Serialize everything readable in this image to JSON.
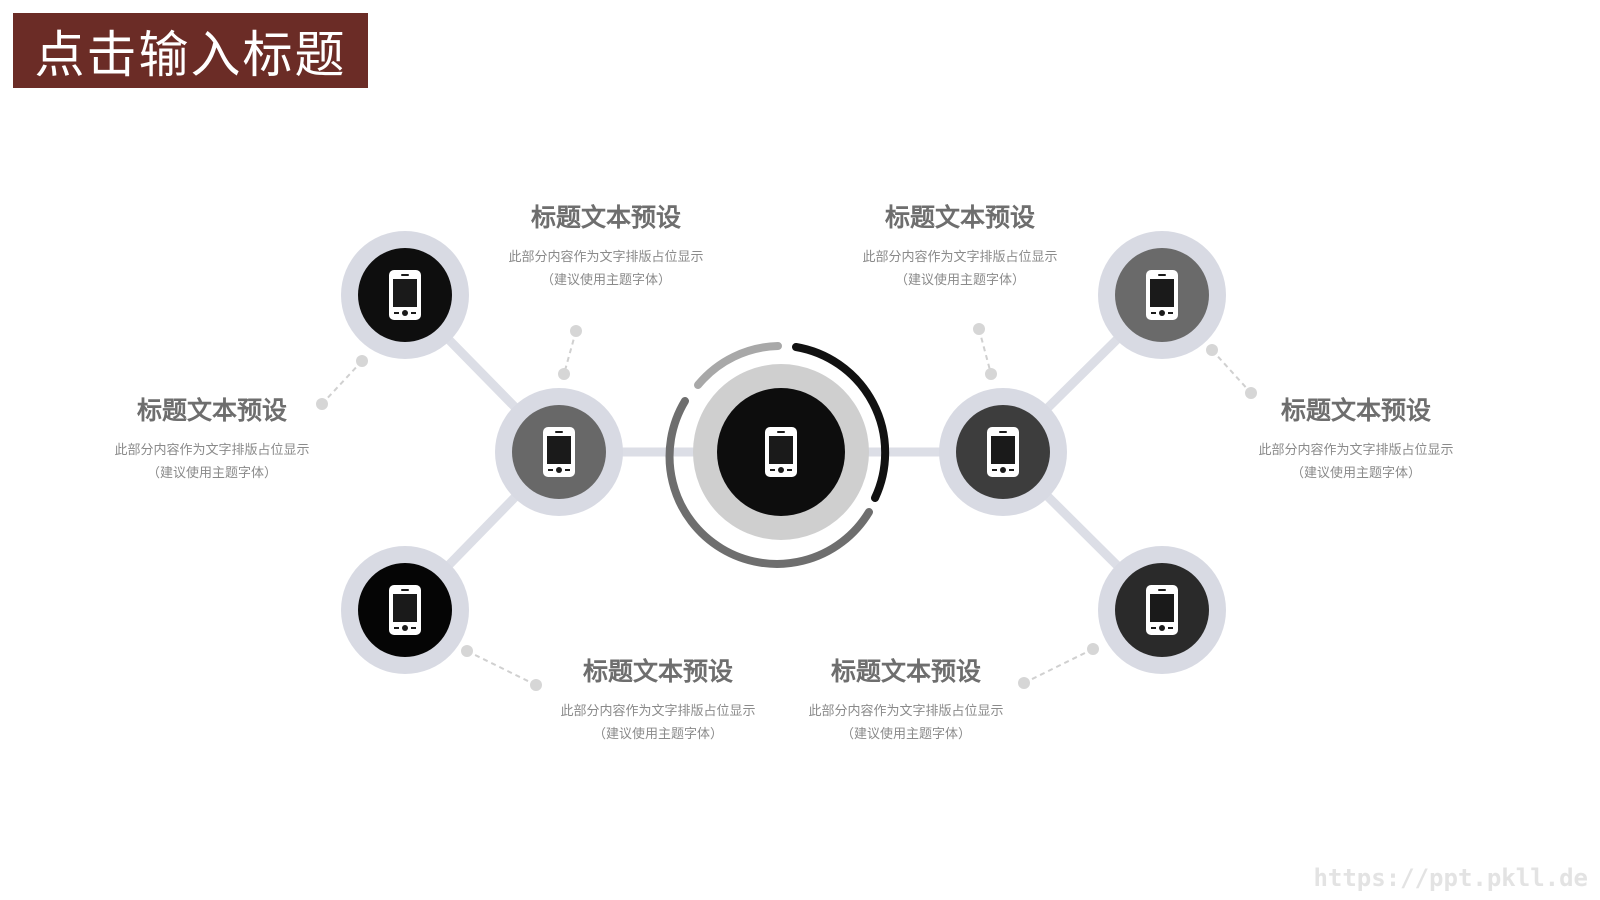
{
  "slide": {
    "title": "点击输入标题",
    "title_bg_color": "#6b2c26"
  },
  "center_node": {
    "icon": "mobile-phone-icon"
  },
  "nodes": [
    {
      "id": "inner-left",
      "icon": "mobile-phone-icon",
      "color": "#686868"
    },
    {
      "id": "outer-top-left",
      "icon": "mobile-phone-icon",
      "color": "#0e0e0e"
    },
    {
      "id": "outer-bottom-left",
      "icon": "mobile-phone-icon",
      "color": "#050505"
    },
    {
      "id": "inner-right",
      "icon": "mobile-phone-icon",
      "color": "#3d3d3d"
    },
    {
      "id": "outer-top-right",
      "icon": "mobile-phone-icon",
      "color": "#6a6a6a"
    },
    {
      "id": "outer-bottom-right",
      "icon": "mobile-phone-icon",
      "color": "#2a2a2a"
    }
  ],
  "text_blocks": [
    {
      "id": "top-left",
      "title": "标题文本预设",
      "line1": "此部分内容作为文字排版占位显示",
      "line2": "（建议使用主题字体）"
    },
    {
      "id": "top-right",
      "title": "标题文本预设",
      "line1": "此部分内容作为文字排版占位显示",
      "line2": "（建议使用主题字体）"
    },
    {
      "id": "left",
      "title": "标题文本预设",
      "line1": "此部分内容作为文字排版占位显示",
      "line2": "（建议使用主题字体）"
    },
    {
      "id": "right",
      "title": "标题文本预设",
      "line1": "此部分内容作为文字排版占位显示",
      "line2": "（建议使用主题字体）"
    },
    {
      "id": "bottom-left",
      "title": "标题文本预设",
      "line1": "此部分内容作为文字排版占位显示",
      "line2": "（建议使用主题字体）"
    },
    {
      "id": "bottom-right",
      "title": "标题文本预设",
      "line1": "此部分内容作为文字排版占位显示",
      "line2": "（建议使用主题字体）"
    }
  ],
  "colors": {
    "connector": "#dcdee6",
    "ring": "#d8dae3",
    "dot": "#d0d0d0",
    "title_text": "#6e6e6e",
    "body_text": "#8a8a8a"
  },
  "watermark": "https://ppt.pkll.de"
}
